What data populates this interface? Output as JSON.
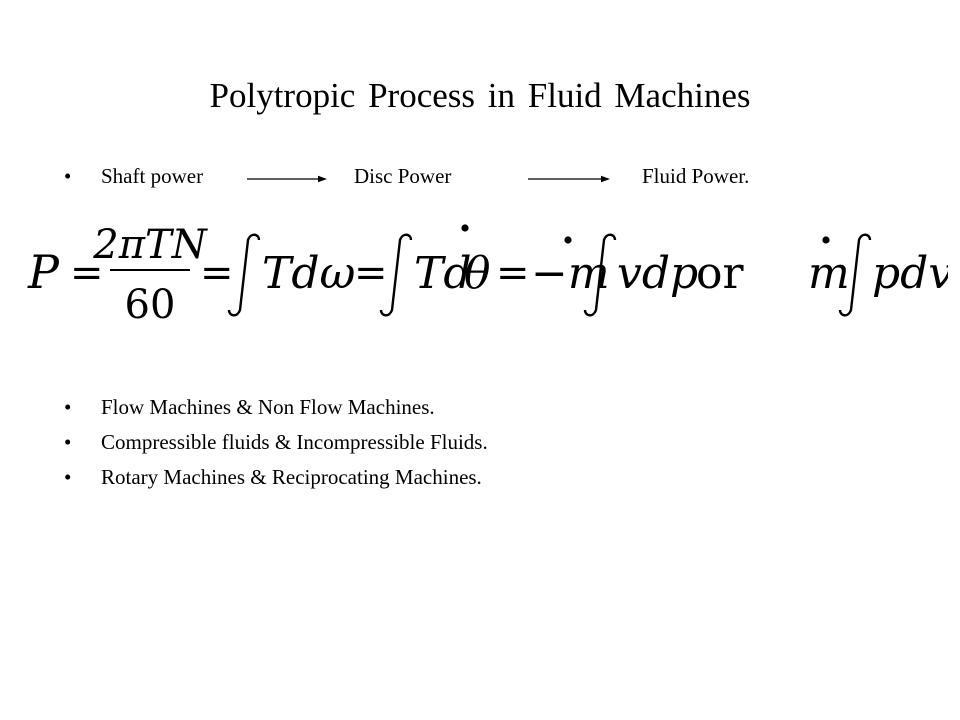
{
  "slide": {
    "title": "Polytropic Process in Fluid Machines",
    "flow_bullet": {
      "bullet": "•",
      "items": [
        "Shaft power",
        "Disc Power",
        "Fluid Power."
      ]
    },
    "formula": {
      "lhs": "P",
      "numerator": "2πTN",
      "denominator": "60",
      "term_torque_omega": "Tdω",
      "term_torque_d": "Td",
      "term_theta": "θ",
      "minus_m": "−m",
      "term_vdp": "vdp",
      "or_text": "or",
      "m": "m",
      "term_pdv": "pdv"
    },
    "bullets": [
      {
        "bullet": "•",
        "text": "Flow Machines & Non Flow Machines."
      },
      {
        "bullet": "•",
        "text": "Compressible fluids & Incompressible Fluids."
      },
      {
        "bullet": "•",
        "text": "Rotary Machines & Reciprocating Machines."
      }
    ]
  }
}
